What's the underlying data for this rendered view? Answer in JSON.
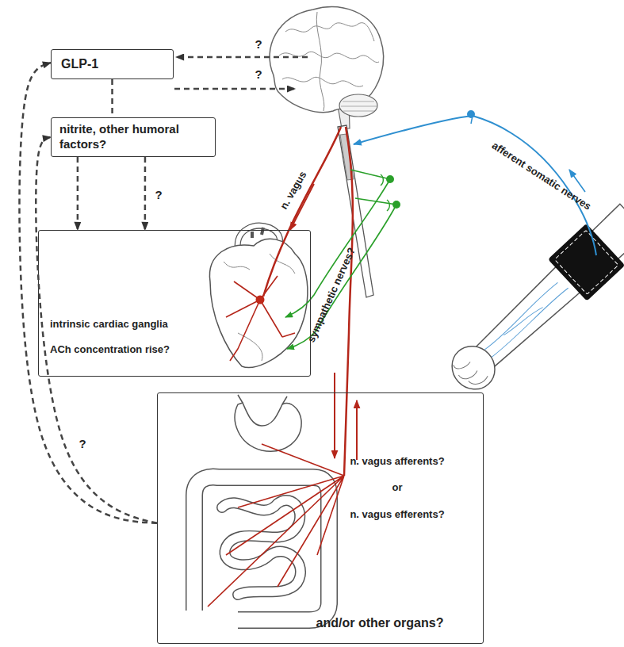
{
  "diagram": {
    "nodes": [
      {
        "text": [
          "GLP-1"
        ]
      },
      {
        "text": [
          "nitrite, other humoral factors?"
        ]
      },
      {
        "text": [
          "intrinsic cardiac ganglia",
          "ACh concentration rise?"
        ]
      },
      {
        "text": [
          "n. vagus afferents?",
          "or",
          "n. vagus efferents?",
          "and/or other organs?"
        ]
      }
    ],
    "edges": [
      {
        "from": 0,
        "to": 1,
        "arrow": "none"
      },
      {
        "from": 1,
        "to": 2,
        "arrow": "to"
      },
      {
        "from": 1,
        "to": 2,
        "arrow": "to",
        "label": "?"
      },
      {
        "from": 3,
        "to": 0,
        "arrow": "to",
        "label": "?"
      },
      {
        "from": 3,
        "to": 1,
        "arrow": "to"
      }
    ],
    "labels": [
      "?",
      "?",
      "n. vagus",
      "sympathetic nerves?",
      "afferent somatic nerves"
    ]
  }
}
